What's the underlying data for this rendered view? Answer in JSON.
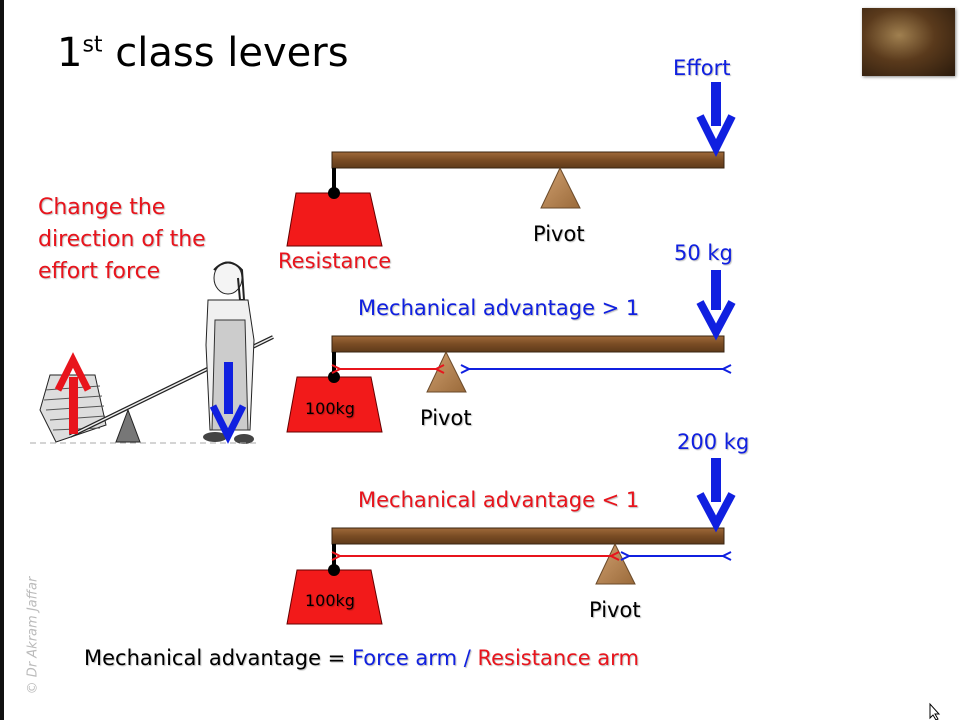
{
  "title": {
    "main": "1",
    "sup": "st",
    "rest": " class levers"
  },
  "side_text": "Change the direction of the effort force",
  "lever1": {
    "effort": "Effort",
    "resistance": "Resistance",
    "pivot": "Pivot"
  },
  "lever2": {
    "effort": "50 kg",
    "ma": "Mechanical advantage > 1",
    "weight": "100kg",
    "pivot": "Pivot"
  },
  "lever3": {
    "effort": "200 kg",
    "ma": "Mechanical advantage < 1",
    "weight": "100kg",
    "pivot": "Pivot"
  },
  "formula": {
    "prefix": "Mechanical advantage = ",
    "force": "Force arm",
    "slash": " / ",
    "resistance": "Resistance arm"
  },
  "watermark": "© Dr Akram Jaffar",
  "colors": {
    "red": "#e8141c",
    "blue": "#1020e0",
    "beam": "#8a5a2e",
    "weight": "#f21a1a",
    "pivot": "#b8864a"
  }
}
